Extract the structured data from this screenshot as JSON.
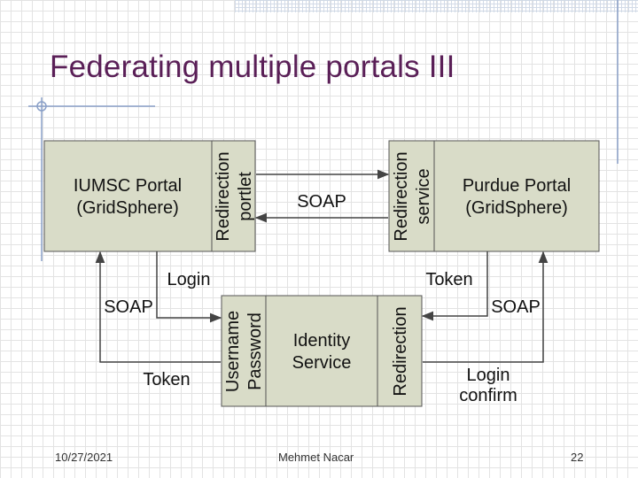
{
  "slide": {
    "title": "Federating multiple portals III",
    "footer": {
      "date": "10/27/2021",
      "author": "Mehmet Nacar",
      "page": "22"
    }
  },
  "diagram": {
    "fill_color": "#d9dcc8",
    "stroke_color": "#555555",
    "arrow_color": "#444444",
    "title_color": "#5a1f57",
    "left_portal": {
      "line1": "IUMSC Portal",
      "line2": "(GridSphere)"
    },
    "left_portlet": {
      "line1": "Redirection",
      "line2": "portlet"
    },
    "right_service": {
      "line1": "Redirection",
      "line2": "service"
    },
    "right_portal": {
      "line1": "Purdue Portal",
      "line2": "(GridSphere)"
    },
    "identity_credentials": {
      "line1": "Username",
      "line2": "Password"
    },
    "identity_service": {
      "line1": "Identity",
      "line2": "Service"
    },
    "identity_redirection": {
      "line1": "Redirection"
    },
    "labels": {
      "soap_top": "SOAP",
      "login": "Login",
      "soap_left": "SOAP",
      "token_left": "Token",
      "token_right": "Token",
      "soap_right": "SOAP",
      "login_confirm_1": "Login",
      "login_confirm_2": "confirm"
    }
  }
}
